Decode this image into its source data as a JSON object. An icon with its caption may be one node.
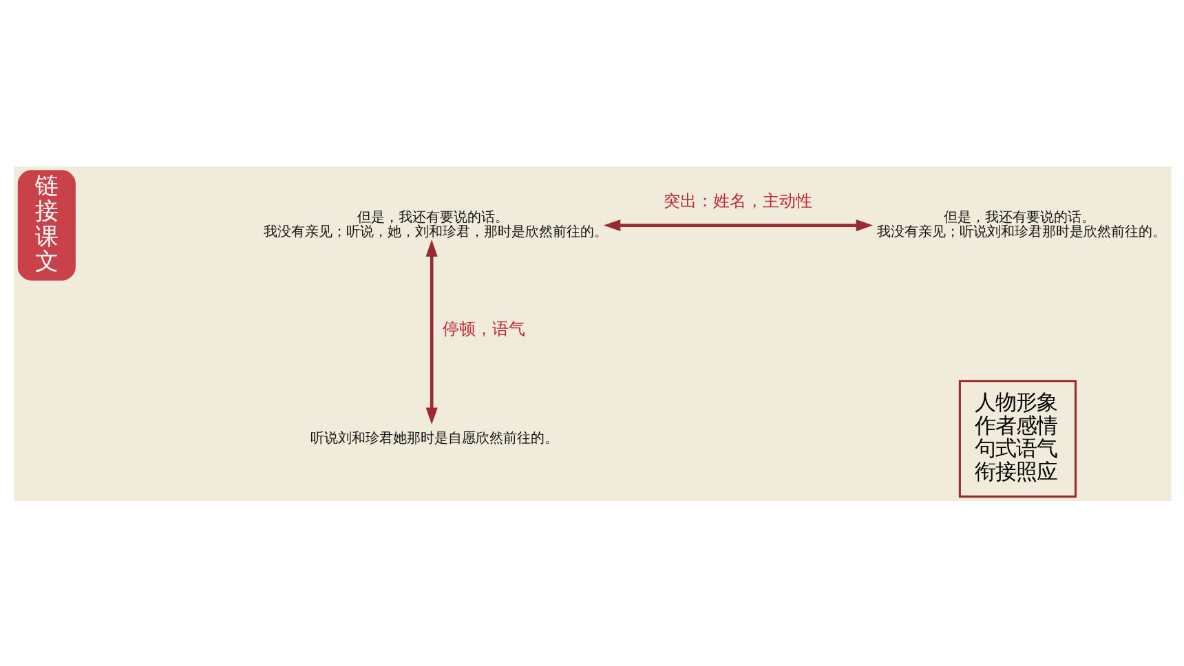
{
  "diagram": {
    "nodes": [
      {
        "text": [
          "但是，我还有要说的话。",
          "我没有亲见；听说，她，刘和珍君，那时是欣然前往的。"
        ]
      },
      {
        "text": [
          "但是，我还有要说的话。",
          "我没有亲见；听说刘和珍君那时是欣然前往的。"
        ]
      },
      {
        "text": [
          "听说刘和珍君她那时是自愿欣然前往的。"
        ]
      },
      {
        "text": [
          "人物形象",
          "作者感情",
          "句式语气",
          "衔接照应"
        ]
      },
      {
        "text": [
          "链接课文"
        ]
      }
    ],
    "edges": [
      {
        "from": 0,
        "to": 1,
        "arrow": "both",
        "label": "突出：姓名，主动性"
      },
      {
        "from": 0,
        "to": 2,
        "arrow": "both",
        "label": "停顿，语气"
      }
    ]
  }
}
